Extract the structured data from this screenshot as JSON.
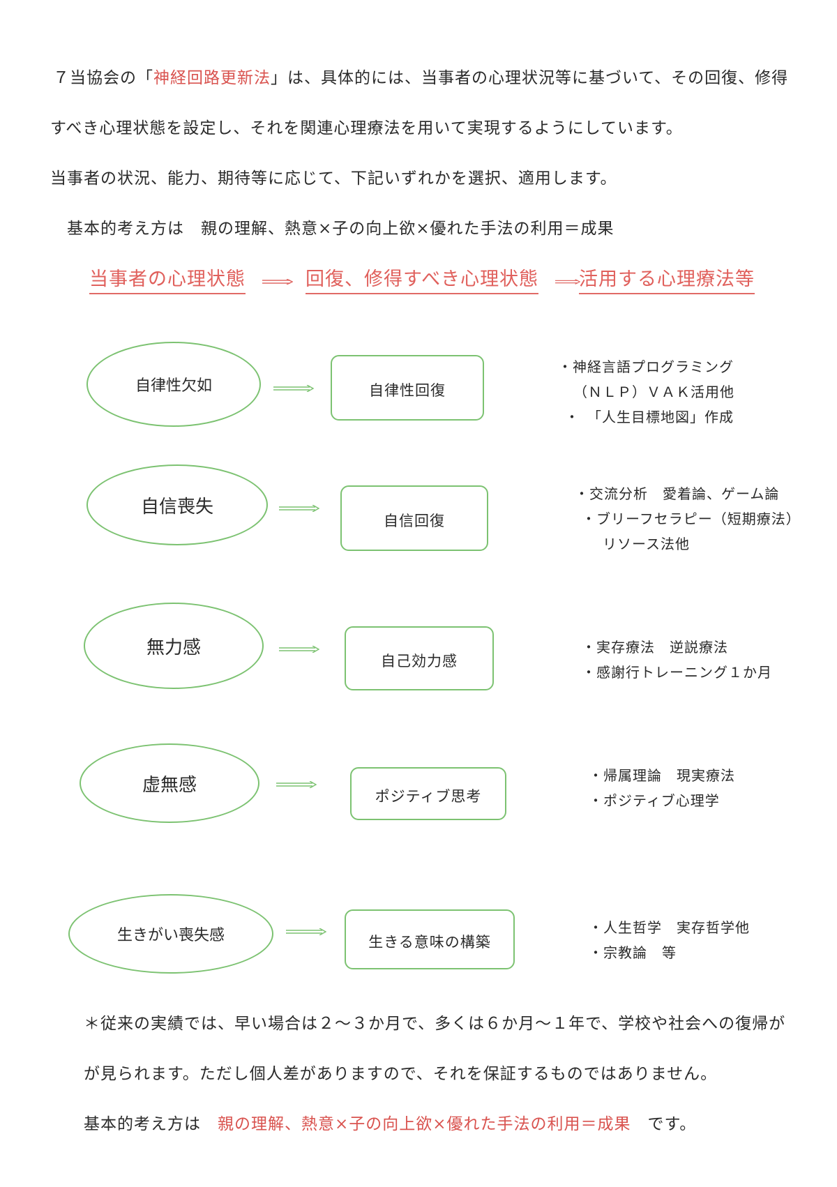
{
  "intro": {
    "line1_pre": "７当協会の「",
    "line1_red": "神経回路更新法",
    "line1_post": "」は、具体的には、当事者の心理状況等に基づいて、その回復、修得",
    "line2": "すべき心理状態を設定し、それを関連心理療法を用いて実現するようにしています。",
    "line3": "当事者の状況、能力、期待等に応じて、下記いずれかを選択、適用します。",
    "line4": "基本的考え方は　親の理解、熱意×子の向上欲×優れた手法の利用＝成果"
  },
  "headers": {
    "col1": "当事者の心理状態",
    "col2": "回復、修得すべき心理状態",
    "col3": "活用する心理療法等"
  },
  "rows": [
    {
      "state": "自律性欠如",
      "target": "自律性回復",
      "methods": [
        "・神経言語プログラミング",
        "（ＮＬＰ）ＶＡＫ活用他",
        "・　「人生目標地図」作成"
      ]
    },
    {
      "state": "自信喪失",
      "target": "自信回復",
      "methods": [
        "・交流分析　愛着論、ゲーム論",
        "・ブリーフセラピー（短期療法）",
        "リソース法他"
      ]
    },
    {
      "state": "無力感",
      "target": "自己効力感",
      "methods": [
        "・実存療法　逆説療法",
        "・感謝行トレーニング１か月"
      ]
    },
    {
      "state": "虚無感",
      "target": "ポジティブ思考",
      "methods": [
        "・帰属理論　現実療法",
        "・ポジティブ心理学"
      ]
    },
    {
      "state": "生きがい喪失感",
      "target": "生きる意味の構築",
      "methods": [
        "・人生哲学　実存哲学他",
        "・宗教論　等"
      ]
    }
  ],
  "footer": {
    "line1": "＊従来の実績では、早い場合は２〜３か月で、多くは６か月〜１年で、学校や社会への復帰が",
    "line2": "が見られます。ただし個人差がありますので、それを保証するものではありません。",
    "line3_pre": "基本的考え方は　",
    "line3_red": "親の理解、熱意×子の向上欲×優れた手法の利用＝成果",
    "line3_post": "　です。"
  },
  "colors": {
    "accent_red": "#d9534f",
    "outline_green": "#7cc271"
  },
  "icons": {
    "arrow": "double-right-arrow-icon"
  }
}
